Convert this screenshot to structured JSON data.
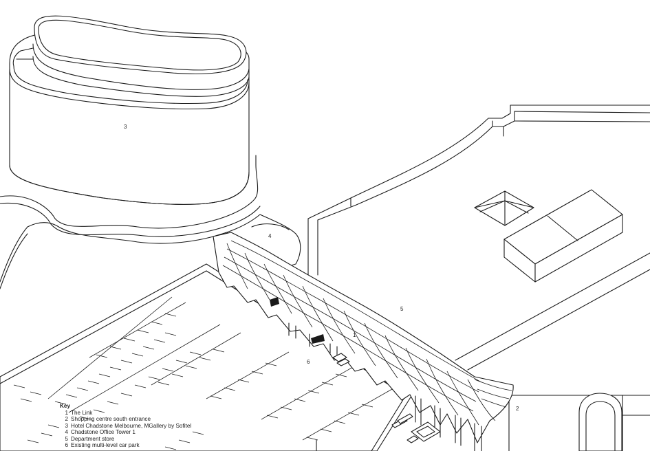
{
  "labels": {
    "link": "1",
    "entrance": "2",
    "hotel": "3",
    "office": "4",
    "store": "5",
    "carpark": "6"
  },
  "key": {
    "title": "Key",
    "items": [
      {
        "n": "1",
        "text": "The Link"
      },
      {
        "n": "2",
        "text": "Shopping centre south entrance"
      },
      {
        "n": "3",
        "text": "Hotel Chadstone Melbourne, MGallery by Sofitel"
      },
      {
        "n": "4",
        "text": "Chadstone Office Tower 1"
      },
      {
        "n": "5",
        "text": "Department store"
      },
      {
        "n": "6",
        "text": "Existing multi-level car park"
      }
    ]
  }
}
